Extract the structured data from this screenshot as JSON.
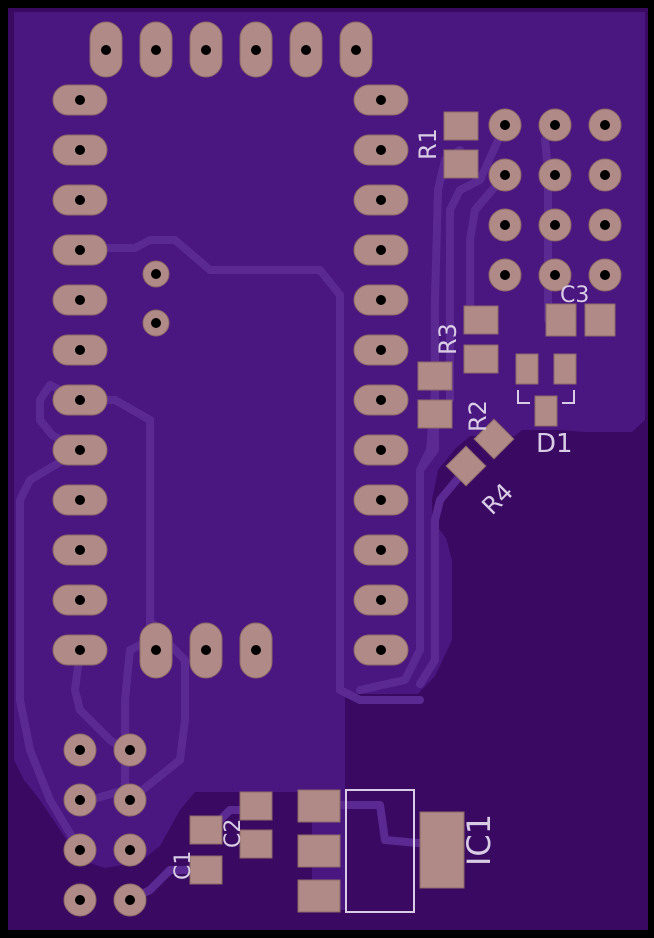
{
  "board": {
    "colors": {
      "outline": "#000000",
      "board": "#3a0a63",
      "pour": "#4a1680",
      "trace": "#5a2a92",
      "trace_edge": "#2f0750",
      "pad": "#b08a86",
      "pad_edge": "#8d6a67",
      "drill": "#000000",
      "silk": "#d9cde6"
    }
  },
  "labels": {
    "r1": "R1",
    "r2": "R2",
    "r3": "R3",
    "r4": "R4",
    "c1": "C1",
    "c2": "C2",
    "c3": "C3",
    "d1": "D1",
    "ic1": "IC1"
  }
}
